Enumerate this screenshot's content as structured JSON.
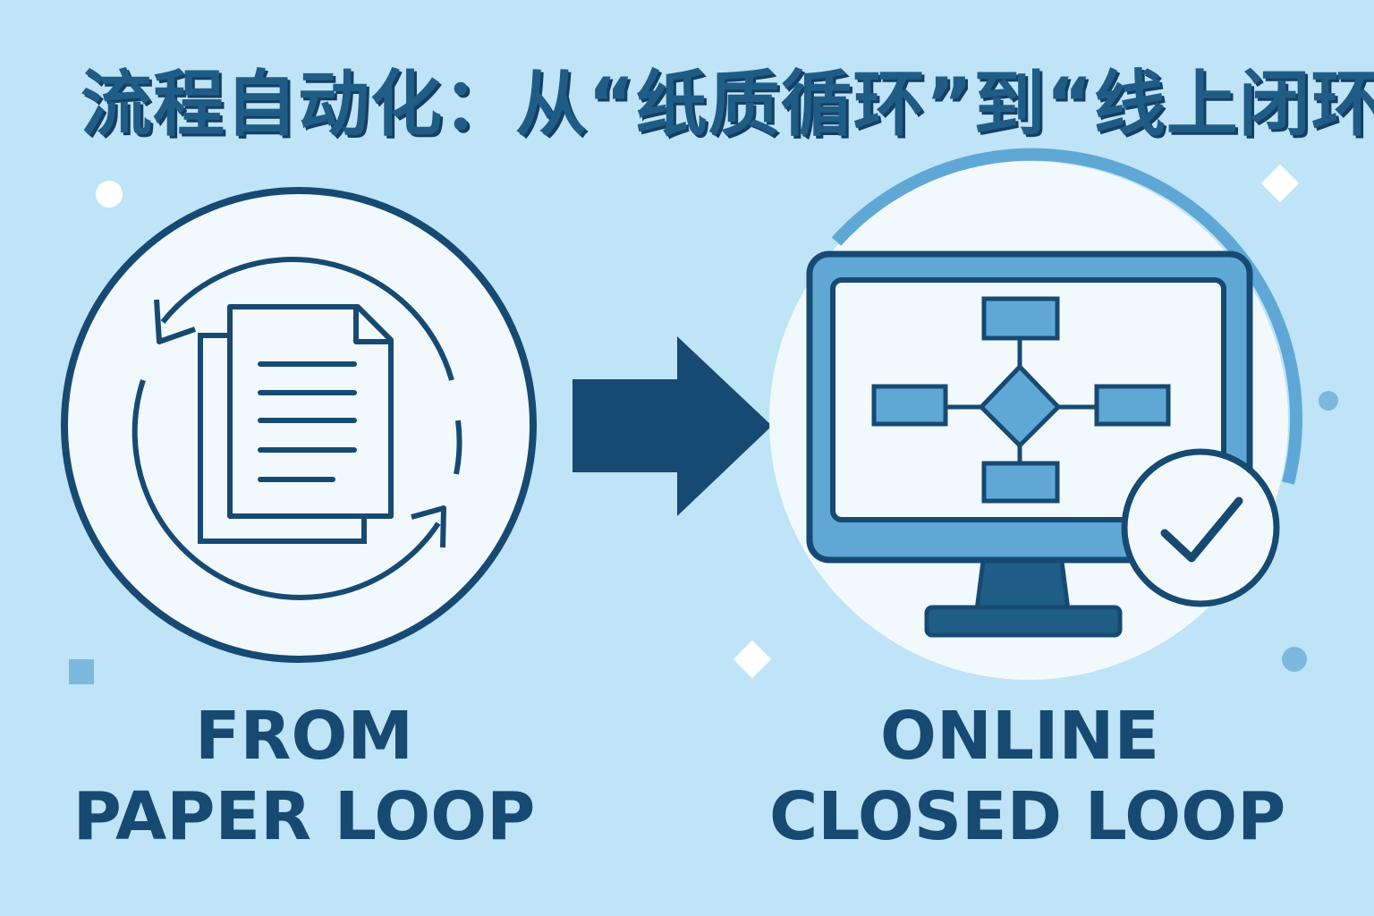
{
  "title": "流程自动化：从“纸质循环”到“线上闭环”",
  "left": {
    "caption_line1": "FROM",
    "caption_line2": "PAPER LOOP",
    "icon": "paper-documents-cycle-icon"
  },
  "right": {
    "caption_line1": "ONLINE",
    "caption_line2": "CLOSED LOOP",
    "icon": "monitor-workflow-icon",
    "badge_icon": "checkmark-icon"
  },
  "connector_icon": "arrow-right-icon",
  "colors": {
    "background": "#bfe3f7",
    "navy": "#174a72",
    "mid_blue": "#5fa8d6",
    "circle_fill": "#f2f9fd"
  }
}
